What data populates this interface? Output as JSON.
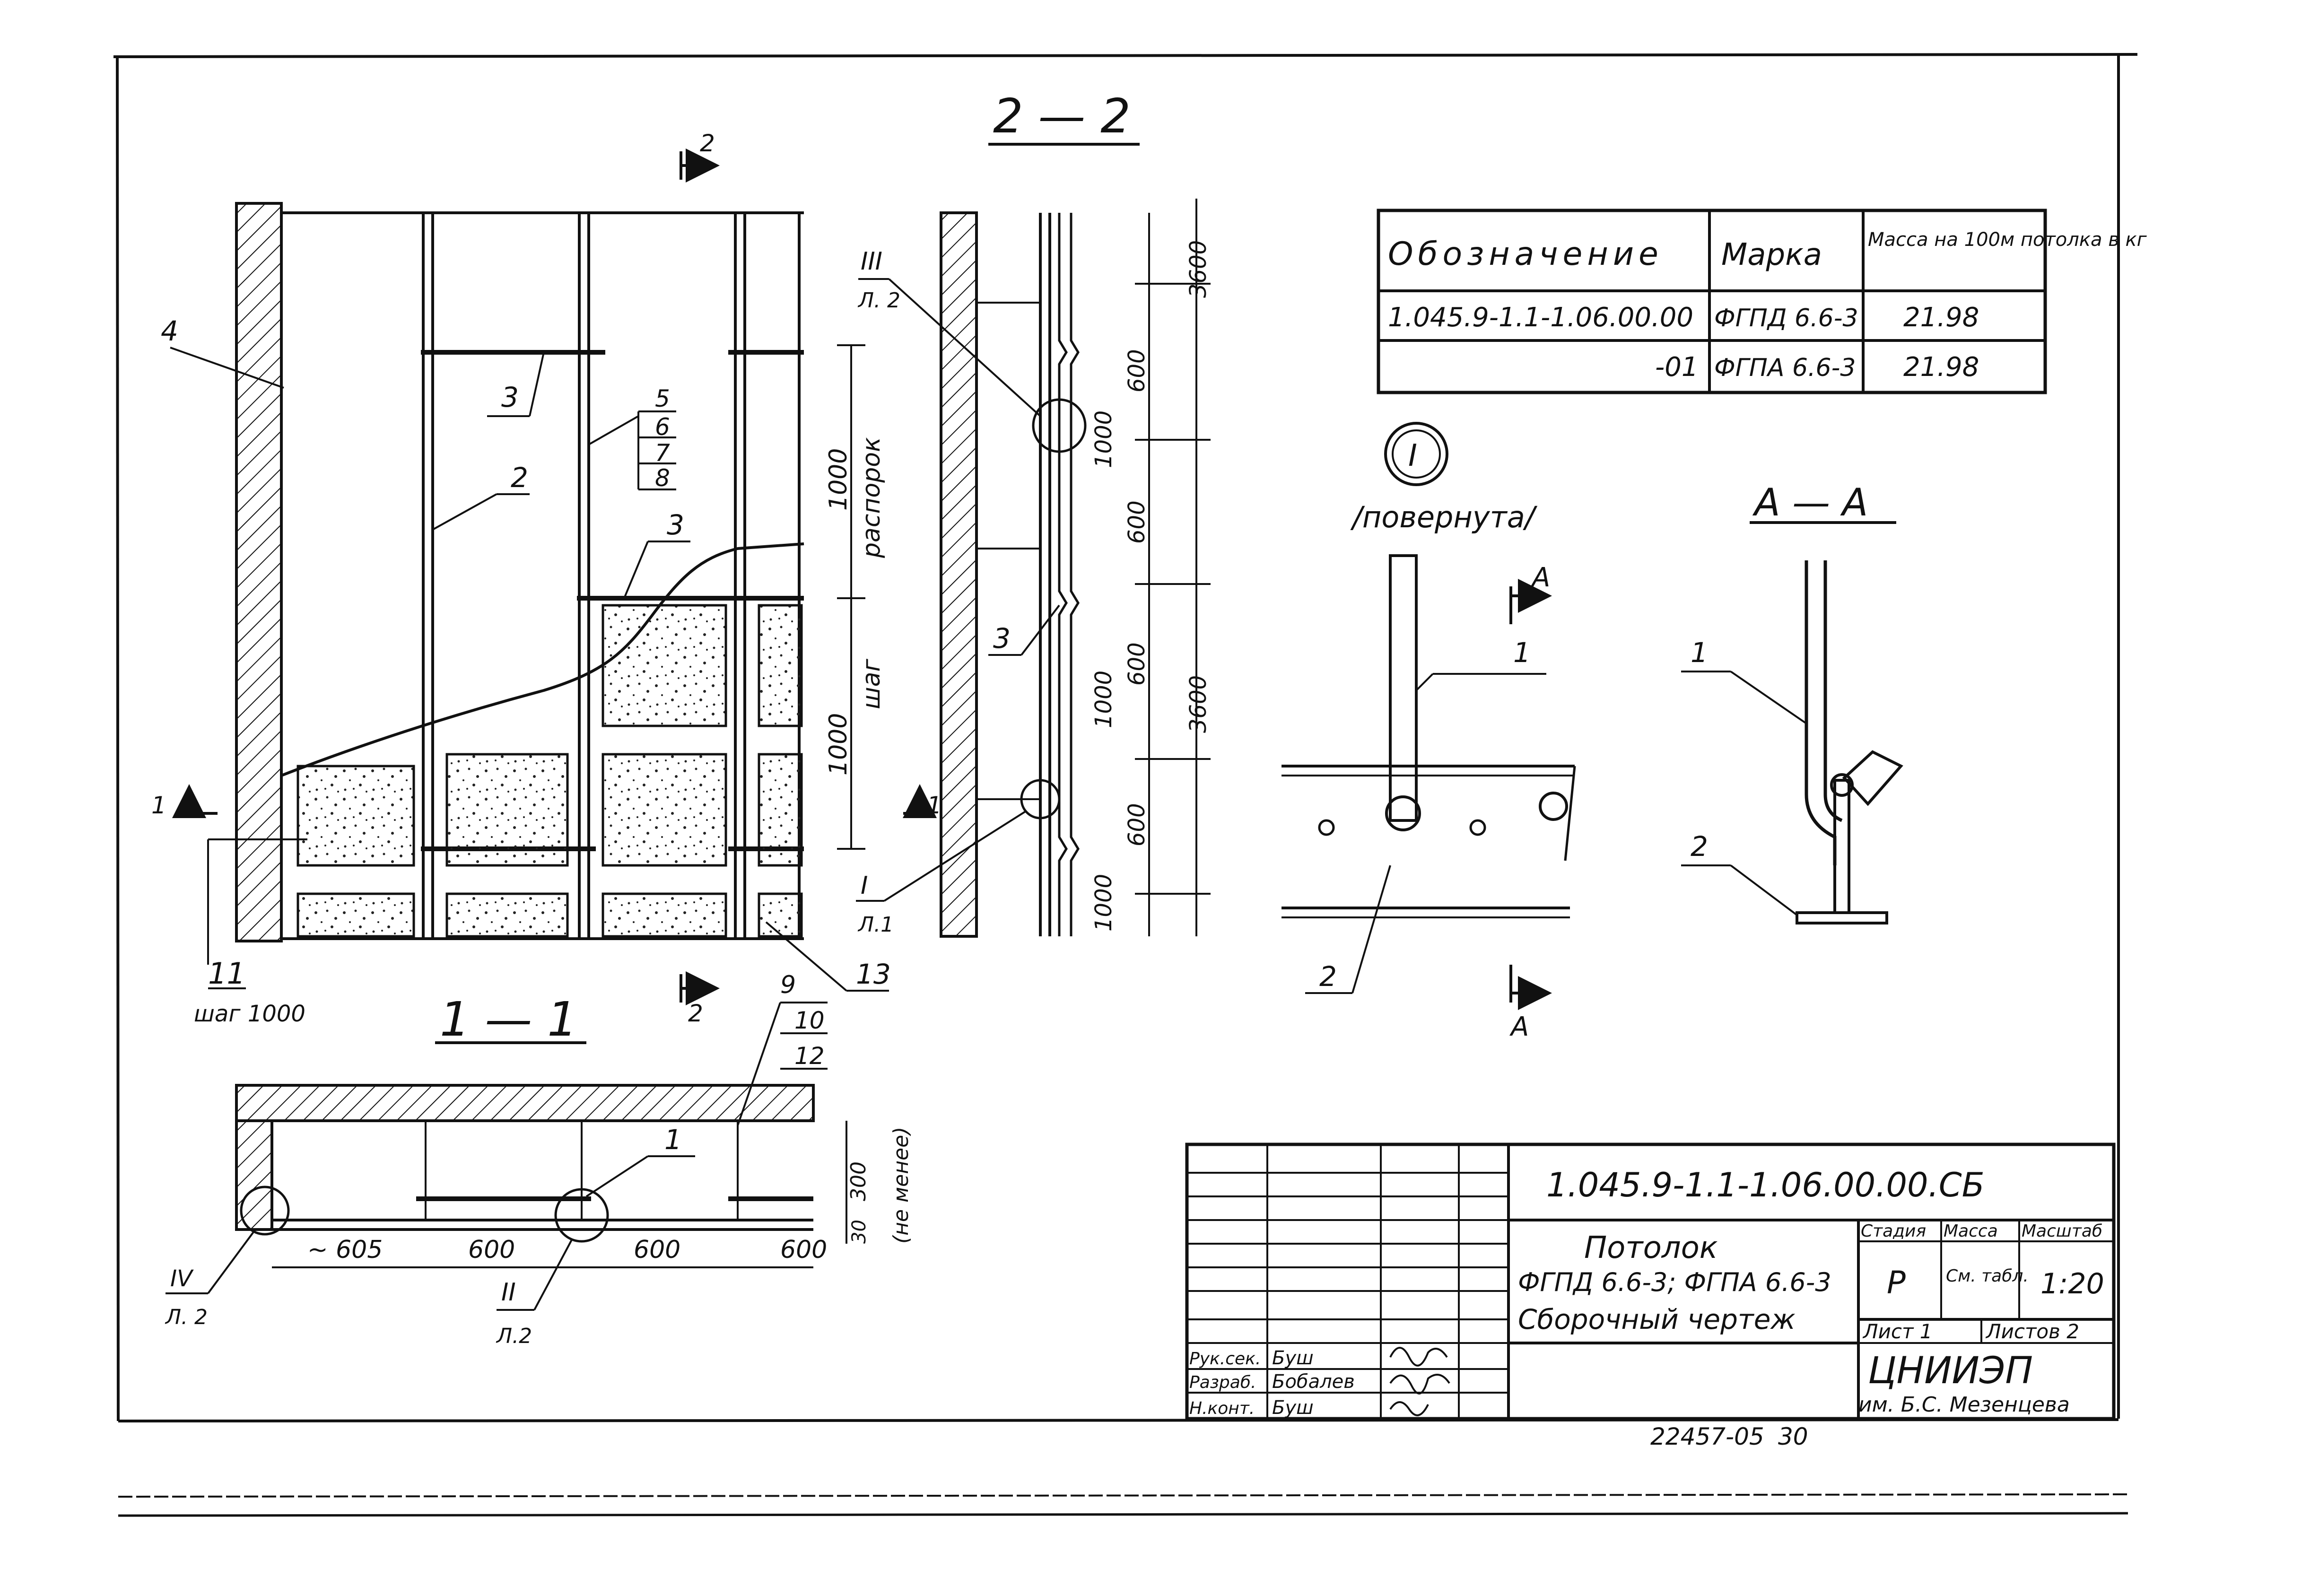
{
  "section_titles": {
    "section_2_2": "2 — 2",
    "section_1_1": "1 — 1",
    "section_a_a": "А — А",
    "node_I_label": "I",
    "node_I_note": "/повернута/"
  },
  "callouts": {
    "c1": "1",
    "c2": "2",
    "c3": "3",
    "c4": "4",
    "c5": "5",
    "c6": "6",
    "c7": "7",
    "c8": "8",
    "c9": "9",
    "c10": "10",
    "c11": "11",
    "c12": "12",
    "c13": "13",
    "step_11": "шаг 1000",
    "node_III": "III",
    "node_III_sheet": "Л. 2",
    "node_I": "I",
    "node_I_sheet": "Л.1",
    "node_II": "II",
    "node_II_sheet": "Л.2",
    "node_IV": "IV",
    "node_IV_sheet": "Л. 2",
    "cut_1": "1",
    "cut_2": "2",
    "cut_a": "А"
  },
  "dimensions": {
    "d1000_raspor": "1000",
    "raspor_label": "распорок",
    "d1000_shag": "1000",
    "shag_label": "шаг",
    "d3600_top": "3600",
    "d3600_mid": "3600",
    "d600_a": "600",
    "d1000_a": "1000",
    "d600_b": "600",
    "d600_c": "600",
    "d1000_b": "1000",
    "d600_d": "600",
    "d1000_c": "1000",
    "s605": "~ 605",
    "s600a": "600",
    "s600b": "600",
    "s600c": "600",
    "h300": "300",
    "h30": "30",
    "h_note": "(не менее)"
  },
  "spec_table": {
    "headers": [
      "Обозначение",
      "Марка",
      "Масса на 100м потолка в кг"
    ],
    "rows": [
      [
        "1.045.9-1.1-1.06.00.00",
        "ФГПД 6.6-3",
        "21.98"
      ],
      [
        "-01",
        "ФГПА 6.6-3",
        "21.98"
      ]
    ]
  },
  "title_block": {
    "doc_code": "1.045.9-1.1-1.06.00.00.СБ",
    "title_line1": "Потолок",
    "title_line2": "ФГПД 6.6-3; ФГПА 6.6-3",
    "title_line3": "Сборочный чертеж",
    "stage_header": "Стадия",
    "mass_header": "Масса",
    "scale_header": "Масштаб",
    "stage": "Р",
    "mass": "См. табл.",
    "scale": "1:20",
    "sheet": "Лист 1",
    "sheets": "Листов 2",
    "org_line1": "ЦНИИЭП",
    "org_line2": "им. Б.С. Мезенцева",
    "roles": [
      {
        "role": "Рук.сек.",
        "name": "Буш"
      },
      {
        "role": "Разраб.",
        "name": "Бобалев"
      },
      {
        "role": "Н.конт.",
        "name": "Буш"
      }
    ],
    "footer_number": "22457-05",
    "footer_sheet": "30"
  }
}
